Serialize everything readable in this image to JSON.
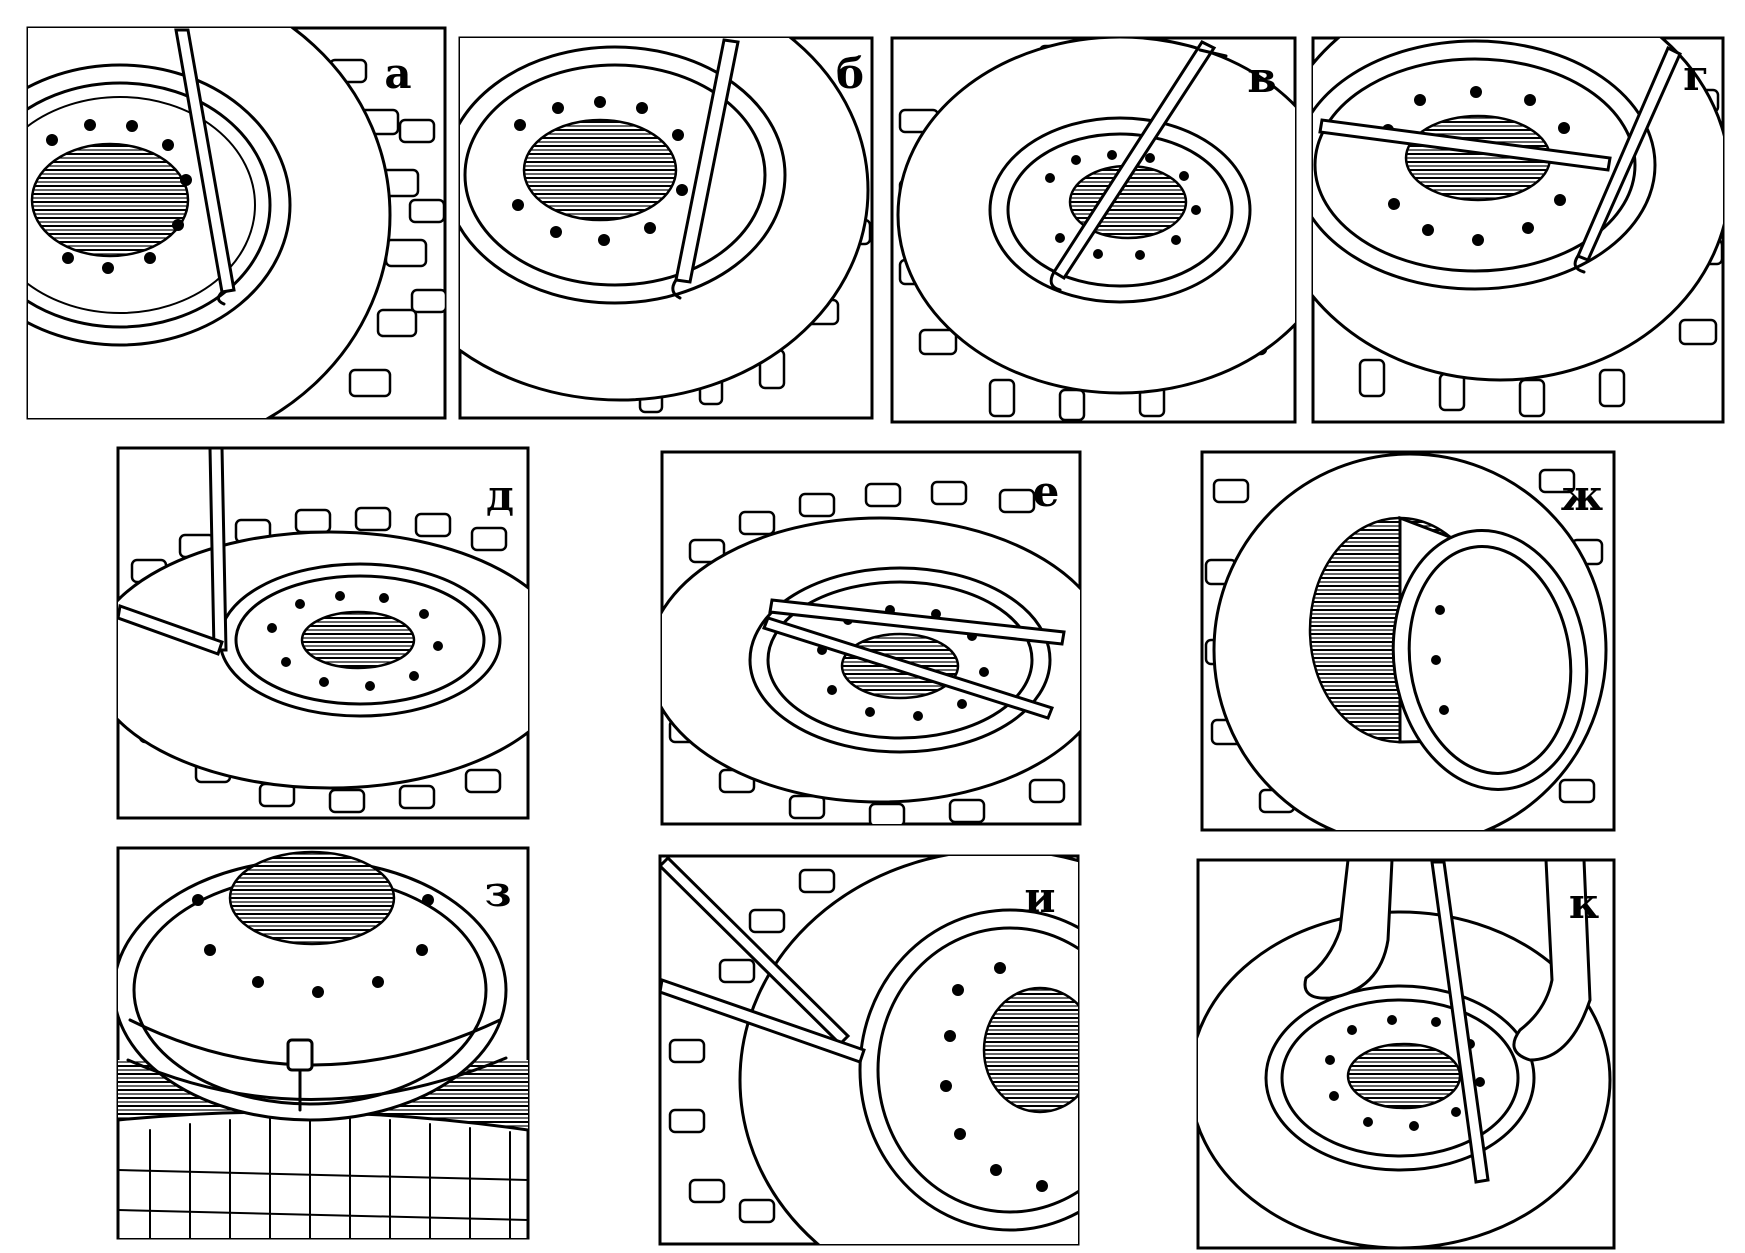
{
  "figure": {
    "panels": [
      {
        "label": "а",
        "icon": "tire-rim-lever-icon"
      },
      {
        "label": "б",
        "icon": "tire-rim-lever-icon"
      },
      {
        "label": "в",
        "icon": "tire-rim-lever-icon"
      },
      {
        "label": "г",
        "icon": "tire-rim-two-levers-icon"
      },
      {
        "label": "д",
        "icon": "tire-flat-rim-lever-icon"
      },
      {
        "label": "е",
        "icon": "tire-flat-rim-lever-icon"
      },
      {
        "label": "ж",
        "icon": "rim-removed-tilted-icon"
      },
      {
        "label": "з",
        "icon": "rim-lock-ring-closeup-icon"
      },
      {
        "label": "и",
        "icon": "tire-rim-lever-icon"
      },
      {
        "label": "к",
        "icon": "tire-rim-lever-feet-icon"
      }
    ]
  }
}
